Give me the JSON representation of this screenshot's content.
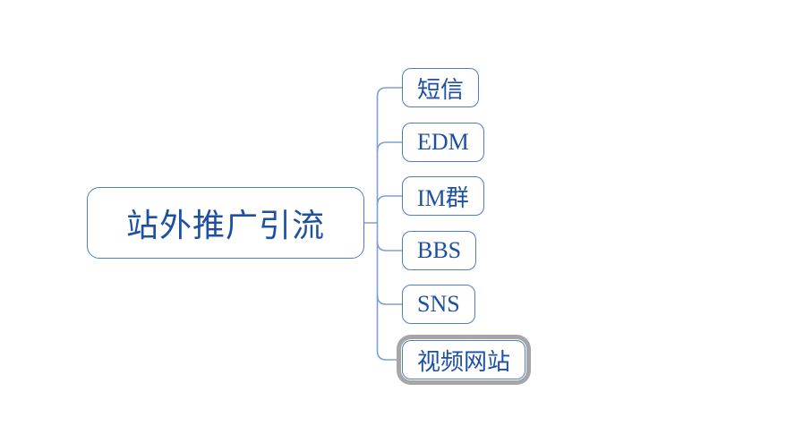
{
  "diagram": {
    "type": "mindmap",
    "root": {
      "label": "站外推广引流"
    },
    "children": [
      {
        "label": "短信",
        "selected": false
      },
      {
        "label": "EDM",
        "selected": false
      },
      {
        "label": "IM群",
        "selected": false
      },
      {
        "label": "BBS",
        "selected": false
      },
      {
        "label": "SNS",
        "selected": false
      },
      {
        "label": "视频网站",
        "selected": true
      }
    ],
    "colors": {
      "node_border": "#4d7ec3",
      "connector": "#7d9fd2",
      "text": "#1d50a2",
      "selection_ring": "#a6a6a6",
      "background": "#ffffff"
    }
  }
}
